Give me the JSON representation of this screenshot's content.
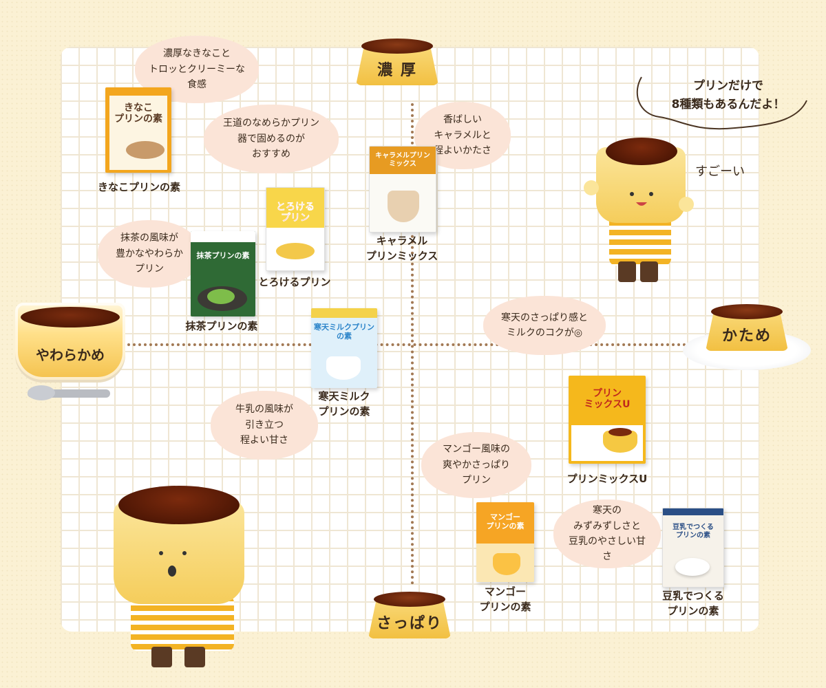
{
  "axes": {
    "top": "濃 厚",
    "bottom": "さっぱり",
    "left": "やわらかめ",
    "right": "かため"
  },
  "mascot": {
    "thought": "プリンだけで\n8種類もあるんだよ！",
    "exclaim": "すごーい"
  },
  "products": [
    {
      "label": "きなこプリンの素",
      "package_text": "きなこ\nプリンの素",
      "comment": "濃厚なきなこと\nトロッとクリーミーな\n食感",
      "color": "#f0a21c"
    },
    {
      "label": "とろけるプリン",
      "package_text": "とろける\nプリン",
      "comment": "王道のなめらかプリン\n器で固めるのが\nおすすめ",
      "color": "#e8463a"
    },
    {
      "label": "キャラメル\nプリンミックス",
      "package_text": "キャラメルプリン\nミックス",
      "comment": "香ばしい\nキャラメルと\n程よいかたさ",
      "color": "#e79b22"
    },
    {
      "label": "抹茶プリンの素",
      "package_text": "抹茶プリンの素",
      "comment": "抹茶の風味が\n豊かなやわらか\nプリン",
      "color": "#2f6a35"
    },
    {
      "label": "寒天ミルク\nプリンの素",
      "package_text": "寒天ミルクプリン\nの素",
      "comment": "牛乳の風味が\n引き立つ\n程よい甘さ",
      "color": "#2a83c9"
    },
    {
      "label": "プリンミックスU",
      "package_text": "プリン\nミックスU",
      "comment": "寒天のさっぱり感と\nミルクのコクが◎",
      "color": "#f2b318"
    },
    {
      "label": "マンゴー\nプリンの素",
      "package_text": "マンゴー\nプリンの素",
      "comment": "マンゴー風味の\n爽やかさっぱり\nプリン",
      "color": "#f6a524"
    },
    {
      "label": "豆乳でつくる\nプリンの素",
      "package_text": "豆乳でつくる\nプリンの素",
      "comment": "寒天の\nみずみずしさと\n豆乳のやさしい甘さ",
      "color": "#2b4f86"
    }
  ]
}
